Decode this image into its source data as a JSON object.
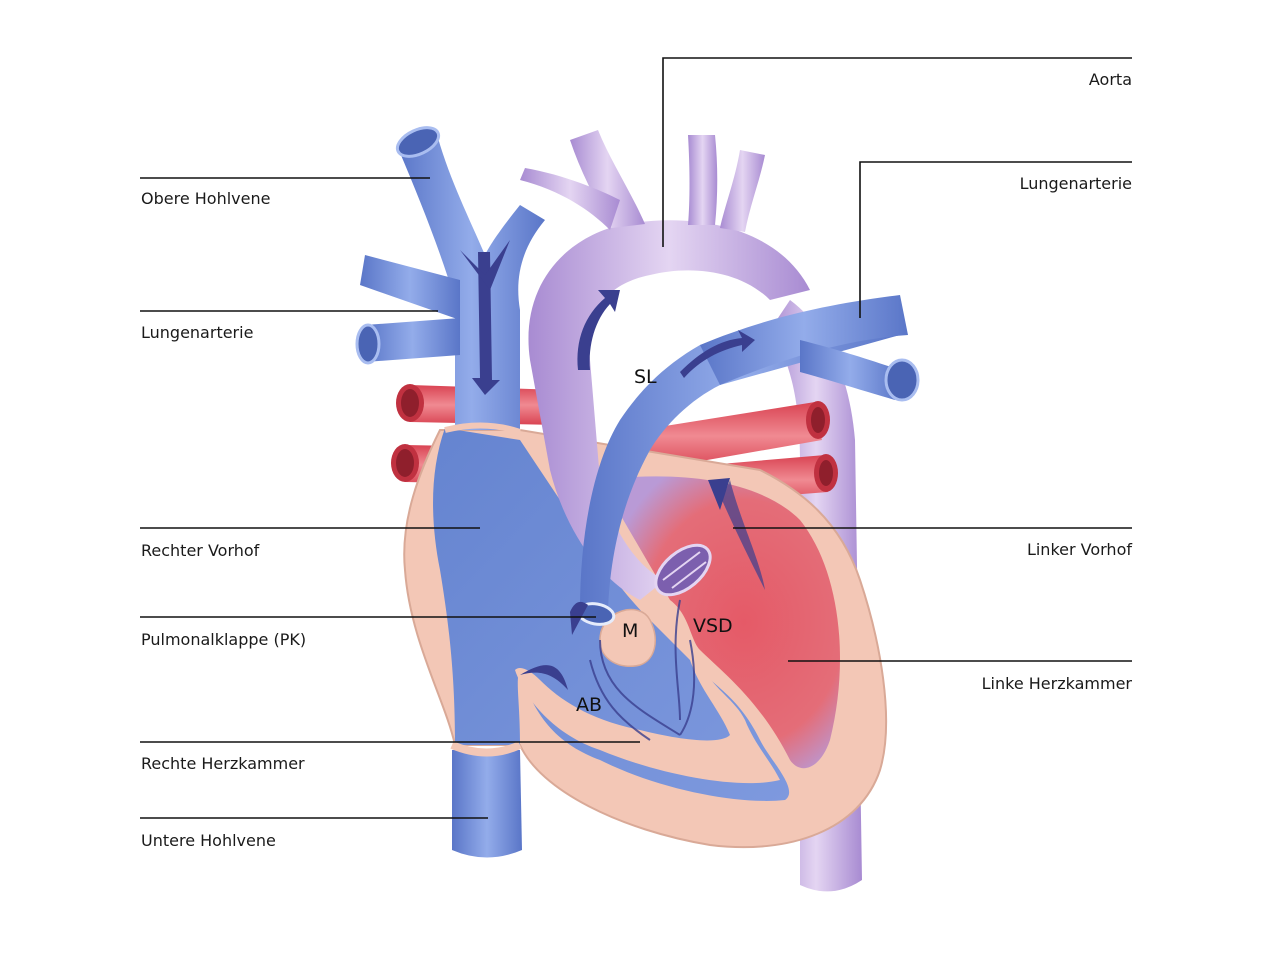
{
  "labels": {
    "left": [
      "Obere Hohlvene",
      "Lungenarterie",
      "Rechter Vorhof",
      "Pulmonalklappe (PK)",
      "Rechte Herzkammer",
      "Untere Hohlvene"
    ],
    "right": [
      "Aorta",
      "Lungenarterie",
      "Linker Vorhof",
      "Linke Herzkammer"
    ],
    "inner": {
      "sl": "SL",
      "m": "M",
      "vsd": "VSD",
      "ab": "AB"
    }
  },
  "colors": {
    "vein_blue": "#6f8fd6",
    "vein_blue_dark": "#4a64b4",
    "aorta_purple": "#c8aee0",
    "aorta_purple_dark": "#9a7cc4",
    "artery_red": "#e0525e",
    "myocardium_pink": "#f3c7b6",
    "arrow_navy": "#3a3f8f"
  }
}
